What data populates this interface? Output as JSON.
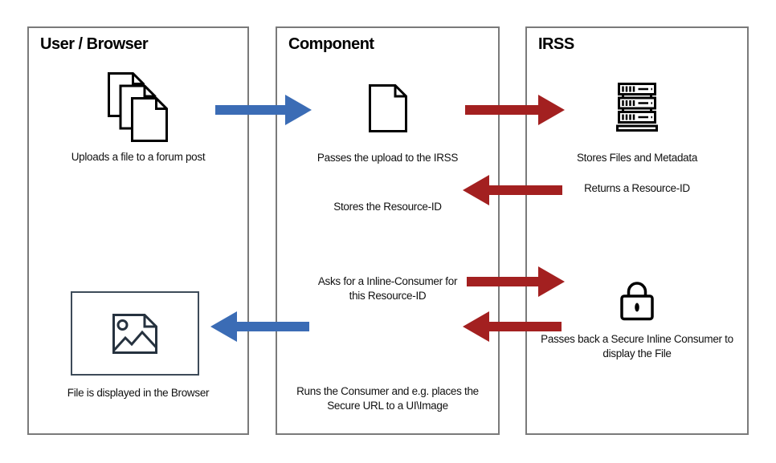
{
  "colors": {
    "arrow_blue": "#3B6CB5",
    "arrow_red": "#A32020",
    "box_border": "#7A7A7A",
    "frame_border": "#3D4B59",
    "icon_dark": "#26323F",
    "text": "#111111"
  },
  "columns": {
    "user": {
      "title": "User / Browser",
      "upload_caption": "Uploads a file to a forum post",
      "display_caption": "File is displayed in the Browser"
    },
    "component": {
      "title": "Component",
      "pass_caption": "Passes the upload to the IRSS",
      "store_caption": "Stores the Resource-ID",
      "ask_caption": "Asks for a Inline-Consumer for\nthis Resource-ID",
      "run_caption": "Runs the Consumer and e.g. places the\nSecure URL to a UI\\Image"
    },
    "irss": {
      "title": "IRSS",
      "store_caption": "Stores Files and Metadata",
      "return_caption": "Returns a Resource-ID",
      "passback_caption": "Passes back a Secure Inline Consumer to\ndisplay the File"
    }
  },
  "icons": {
    "files_stack": "files-stack-icon",
    "document": "document-icon",
    "server": "server-stack-icon",
    "lock": "lock-icon",
    "image_placeholder": "image-placeholder-icon"
  },
  "arrows": [
    {
      "name": "upload-flow-arrow",
      "color": "blue",
      "direction": "right"
    },
    {
      "name": "pass-upload-flow-arrow",
      "color": "red",
      "direction": "right"
    },
    {
      "name": "return-resource-id-flow-arrow",
      "color": "red",
      "direction": "left"
    },
    {
      "name": "ask-consumer-flow-arrow",
      "color": "red",
      "direction": "right"
    },
    {
      "name": "pass-back-consumer-flow-arrow",
      "color": "red",
      "direction": "left"
    },
    {
      "name": "display-file-flow-arrow",
      "color": "blue",
      "direction": "left"
    }
  ]
}
